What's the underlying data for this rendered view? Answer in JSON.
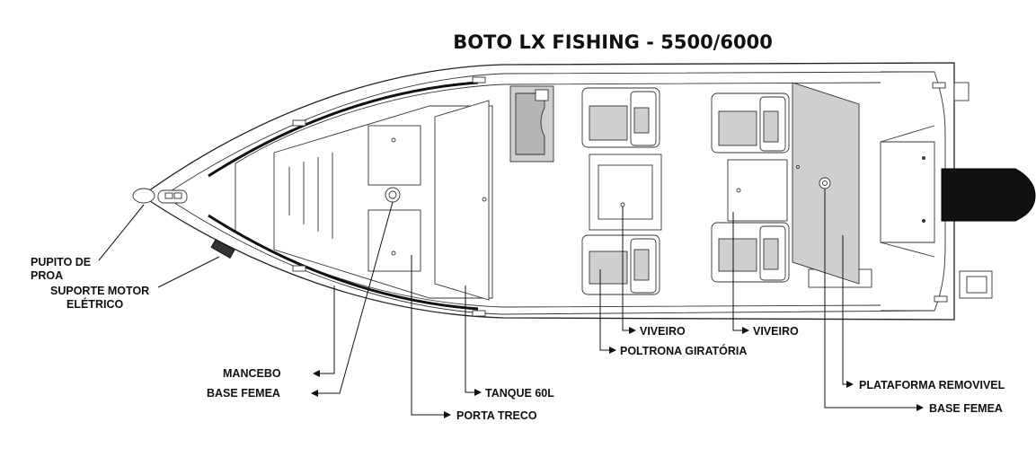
{
  "title": "BOTO LX FISHING - 5500/6000",
  "labels": {
    "pupito_line1": "PUPITO DE",
    "pupito_line2": "PROA",
    "suporte_line1": "SUPORTE MOTOR",
    "suporte_line2": "ELÉTRICO",
    "mancebo": "MANCEBO",
    "base_femea_left": "BASE FEMEA",
    "porta_treco": "PORTA TRECO",
    "tanque": "TANQUE 60L",
    "viveiro_1": "VIVEIRO",
    "viveiro_2": "VIVEIRO",
    "poltrona": "POLTRONA GIRATÓRIA",
    "plataforma": "PLATAFORMA REMOVIVEL",
    "base_femea_right": "BASE FEMEA"
  },
  "colors": {
    "line": "#222222",
    "panel_gray": "#cfcfcf",
    "motor": "#111111"
  }
}
